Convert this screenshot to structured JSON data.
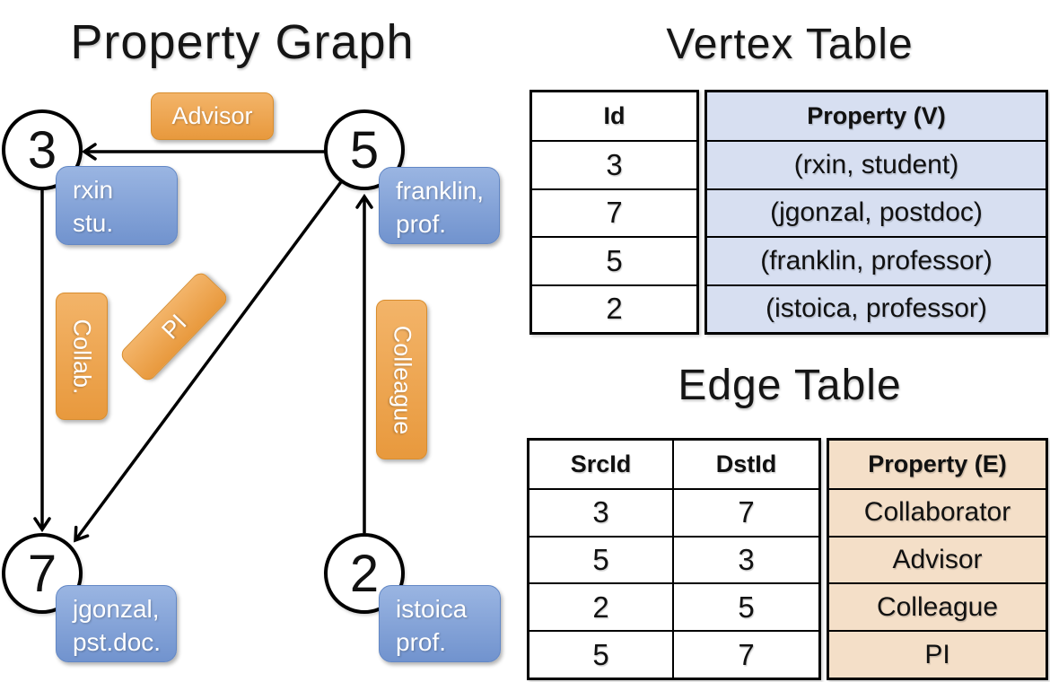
{
  "titles": {
    "graph": "Property Graph",
    "vertex_table": "Vertex Table",
    "edge_table": "Edge Table"
  },
  "graph": {
    "nodes": [
      {
        "id": "3",
        "label_lines": [
          "rxin",
          "stu."
        ]
      },
      {
        "id": "5",
        "label_lines": [
          "franklin,",
          "prof."
        ]
      },
      {
        "id": "7",
        "label_lines": [
          "jgonzal,",
          "pst.doc."
        ]
      },
      {
        "id": "2",
        "label_lines": [
          "istoica",
          "prof."
        ]
      }
    ],
    "edges": [
      {
        "label": "Advisor",
        "src": "5",
        "dst": "3"
      },
      {
        "label": "Collab.",
        "src": "3",
        "dst": "7"
      },
      {
        "label": "PI",
        "src": "5",
        "dst": "7"
      },
      {
        "label": "Colleague",
        "src": "2",
        "dst": "5"
      }
    ]
  },
  "vertex_table": {
    "columns": [
      "Id",
      "Property (V)"
    ],
    "rows": [
      [
        "3",
        "(rxin, student)"
      ],
      [
        "7",
        "(jgonzal, postdoc)"
      ],
      [
        "5",
        "(franklin, professor)"
      ],
      [
        "2",
        "(istoica, professor)"
      ]
    ]
  },
  "edge_table": {
    "columns": [
      "SrcId",
      "DstId",
      "Property (E)"
    ],
    "rows": [
      [
        "3",
        "7",
        "Collaborator"
      ],
      [
        "5",
        "3",
        "Advisor"
      ],
      [
        "2",
        "5",
        "Colleague"
      ],
      [
        "5",
        "7",
        "PI"
      ]
    ]
  },
  "colors": {
    "edge_label_orange_top": "#f3b469",
    "edge_label_orange_bottom": "#e8993d",
    "vertex_label_blue_top": "#9ab5e2",
    "vertex_label_blue_bottom": "#7193ce",
    "vertex_property_fill": "#d7dff1",
    "edge_property_fill": "#f4dfc8",
    "line_color": "#000000"
  }
}
